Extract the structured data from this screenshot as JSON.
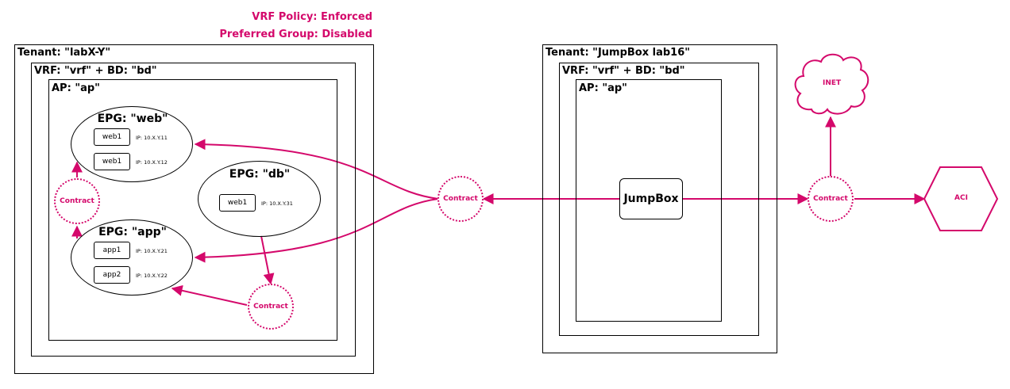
{
  "policy": {
    "vrf_policy": "VRF Policy: Enforced",
    "preferred_group": "Preferred Group: Disabled"
  },
  "left_tenant": {
    "tenant_label": "Tenant: \"labX-Y\"",
    "vrf_label": "VRF: \"vrf\" + BD: \"bd\"",
    "ap_label": "AP: \"ap\"",
    "epg_web": {
      "title": "EPG: \"web\"",
      "endpoints": [
        {
          "name": "web1",
          "ip": "IP: 10.X.Y.11"
        },
        {
          "name": "web1",
          "ip": "IP: 10.X.Y.12"
        }
      ]
    },
    "epg_db": {
      "title": "EPG: \"db\"",
      "endpoints": [
        {
          "name": "web1",
          "ip": "IP: 10.X.Y.31"
        }
      ]
    },
    "epg_app": {
      "title": "EPG: \"app\"",
      "endpoints": [
        {
          "name": "app1",
          "ip": "IP: 10.X.Y.21"
        },
        {
          "name": "app2",
          "ip": "IP: 10.X.Y.22"
        }
      ]
    }
  },
  "right_tenant": {
    "tenant_label": "Tenant: \"JumpBox lab16\"",
    "vrf_label": "VRF: \"vrf\" + BD: \"bd\"",
    "ap_label": "AP: \"ap\"",
    "jumpbox_label": "JumpBox"
  },
  "contracts": {
    "web_app": "Contract",
    "db_app": "Contract",
    "center": "Contract",
    "external": "Contract"
  },
  "external": {
    "inet_label": "INET",
    "aci_label": "ACI"
  },
  "colors": {
    "accent": "#d4086b",
    "line": "#000000"
  }
}
